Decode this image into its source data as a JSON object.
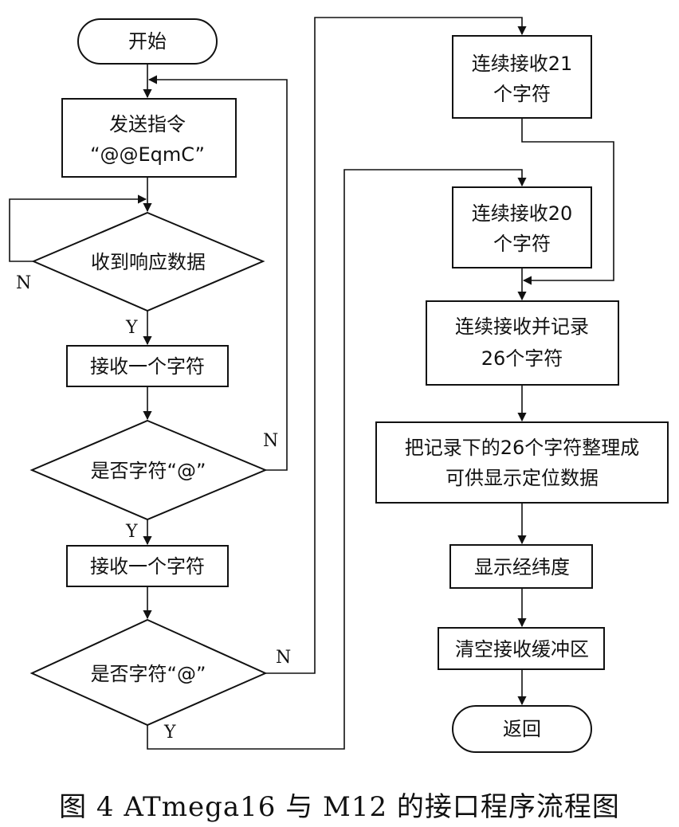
{
  "nodes": {
    "start": "开始",
    "send_cmd": [
      "发送指令",
      "“@@EqmC”"
    ],
    "recv_check": "收到响应数据",
    "recv_char_1": "接收一个字符",
    "is_at_1": "是否字符“@”",
    "recv_char_2": "接收一个字符",
    "is_at_2": "是否字符“@”",
    "recv21": [
      "连续接收21",
      "个字符"
    ],
    "recv20": [
      "连续接收20",
      "个字符"
    ],
    "recv26": [
      "连续接收并记录",
      "26个字符"
    ],
    "format": [
      "把记录下的26个字符整理成",
      "可供显示定位数据"
    ],
    "display": "显示经纬度",
    "clear": "清空接收缓冲区",
    "return": "返回"
  },
  "edge_labels": {
    "recv_no": "N",
    "recv_yes": "Y",
    "at1_no": "N",
    "at1_yes": "Y",
    "at2_no": "N",
    "at2_yes": "Y"
  },
  "caption": "图 4   ATmega16 与 M12 的接口程序流程图"
}
